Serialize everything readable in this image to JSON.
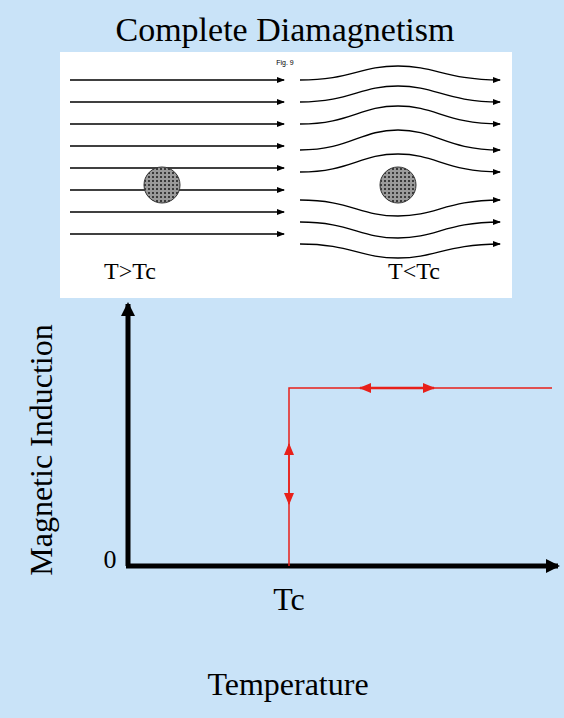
{
  "diagram": {
    "title": "Complete Diamagnetism",
    "labels": [
      "Fig. 9",
      "T>Tc",
      "T<Tc",
      "Magnetic Induction",
      "0",
      "Tc",
      "Temperature"
    ]
  }
}
